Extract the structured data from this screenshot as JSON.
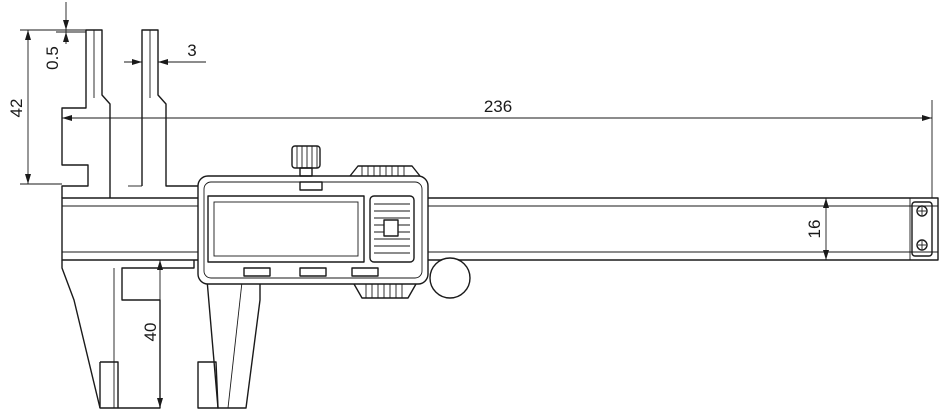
{
  "drawing": {
    "subject": "digital-caliper",
    "line_color": "#1a1a1a",
    "background": "#ffffff"
  },
  "dimensions": {
    "overall_length": "236",
    "outside_jaw_depth": "40",
    "inside_jaw_depth": "42",
    "inside_jaw_tip": "0.5",
    "jaw_thickness": "3",
    "beam_height": "16"
  }
}
